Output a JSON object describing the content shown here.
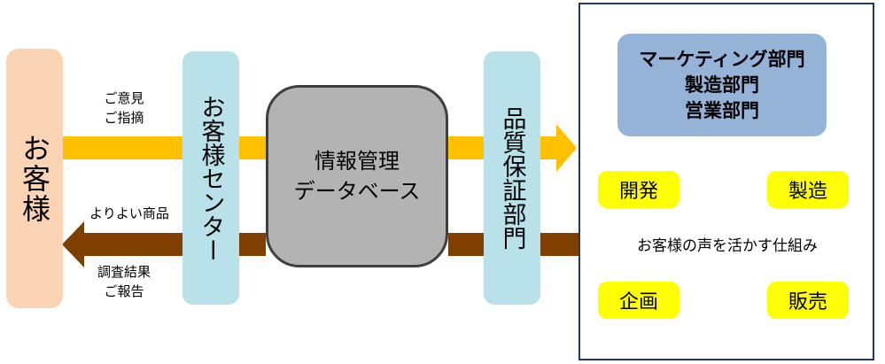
{
  "customer": {
    "label": "お客様"
  },
  "feedback_label": {
    "line1": "ご意見",
    "line2": "ご指摘"
  },
  "product_label": "よりよい商品",
  "report_label": {
    "line1": "調査結果",
    "line2": "ご報告"
  },
  "center": {
    "label": "お客様センター"
  },
  "database": {
    "line1": "情報管理",
    "line2": "データベース"
  },
  "qa": {
    "label": "品質保証部門"
  },
  "departments": {
    "line1": "マーケティング部門",
    "line2": "製造部門",
    "line3": "営業部門"
  },
  "cycle": {
    "nodes": [
      "開発",
      "製造",
      "販売",
      "企画"
    ],
    "caption": "お客様の声を活かす仕組み"
  },
  "colors": {
    "inbound_arrow": "#ffc000",
    "outbound_arrow": "#7f3f00",
    "cycle_arrow": "#4f81bd",
    "tag_fill": "#ffff00",
    "customer_fill": "#fbd3b5",
    "center_fill": "#b8e1ea",
    "database_fill": "#b3b3b3",
    "departments_fill": "#95b3d7"
  }
}
